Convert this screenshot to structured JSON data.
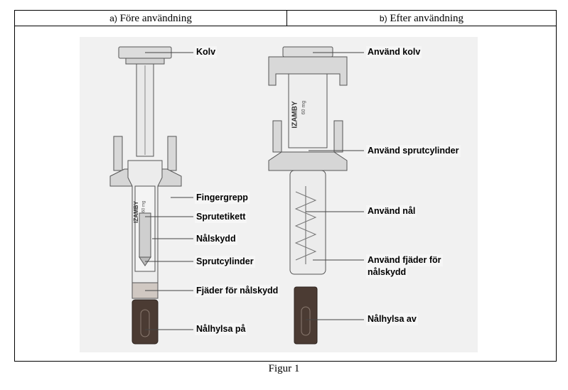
{
  "figure": {
    "caption": "Figur 1"
  },
  "panels": {
    "before": {
      "prefix": "a)",
      "title": "Före användning",
      "syringe_brand": "IZAMBY",
      "syringe_dose": "60 mg",
      "labels": {
        "plunger": "Kolv",
        "finger_grip": "Fingergrepp",
        "syringe_label": "Sprutetikett",
        "needle_guard": "Nålskydd",
        "syringe_barrel": "Sprutcylinder",
        "needle_guard_spring": "Fjäder för nålskydd",
        "needle_cap_on": "Nålhylsa på"
      }
    },
    "after": {
      "prefix": "b)",
      "title": "Efter användning",
      "syringe_brand": "IZAMBY",
      "syringe_dose": "60 mg",
      "labels": {
        "used_plunger": "Använd kolv",
        "used_syringe_barrel": "Använd sprutcylinder",
        "used_needle": "Använd nål",
        "used_needle_guard_spring_line1": "Använd fjäder för",
        "used_needle_guard_spring_line2": "nålskydd",
        "needle_cap_off": "Nålhylsa av"
      }
    }
  }
}
